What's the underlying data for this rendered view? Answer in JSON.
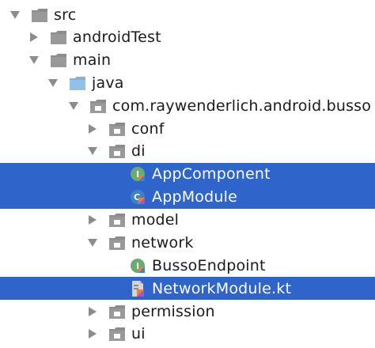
{
  "colors": {
    "selection": "#2f65ca",
    "folder": "#8c8c8c",
    "source_folder": "#86b9e3",
    "kotlin_green": "#6aab73",
    "kotlin_blue": "#3d83c5",
    "kotlin_orange": "#e8823a"
  },
  "tree": [
    {
      "label": "src",
      "icon": "folder-icon",
      "arrow": "expanded"
    },
    {
      "label": "androidTest",
      "icon": "folder-icon",
      "arrow": "collapsed"
    },
    {
      "label": "main",
      "icon": "folder-icon",
      "arrow": "expanded"
    },
    {
      "label": "java",
      "icon": "source-folder-icon",
      "arrow": "expanded"
    },
    {
      "label": "com.raywenderlich.android.busso",
      "icon": "package-icon",
      "arrow": "expanded"
    },
    {
      "label": "conf",
      "icon": "package-icon",
      "arrow": "collapsed"
    },
    {
      "label": "di",
      "icon": "package-icon",
      "arrow": "expanded"
    },
    {
      "label": "AppComponent",
      "icon": "kotlin-interface-icon",
      "arrow": "none",
      "selected": true
    },
    {
      "label": "AppModule",
      "icon": "kotlin-class-icon",
      "arrow": "none",
      "selected": true
    },
    {
      "label": "model",
      "icon": "package-icon",
      "arrow": "collapsed"
    },
    {
      "label": "network",
      "icon": "package-icon",
      "arrow": "expanded"
    },
    {
      "label": "BussoEndpoint",
      "icon": "kotlin-interface-icon",
      "arrow": "none"
    },
    {
      "label": "NetworkModule.kt",
      "icon": "kotlin-file-icon",
      "arrow": "none",
      "selected": true
    },
    {
      "label": "permission",
      "icon": "package-icon",
      "arrow": "collapsed"
    },
    {
      "label": "ui",
      "icon": "package-icon",
      "arrow": "collapsed"
    }
  ]
}
